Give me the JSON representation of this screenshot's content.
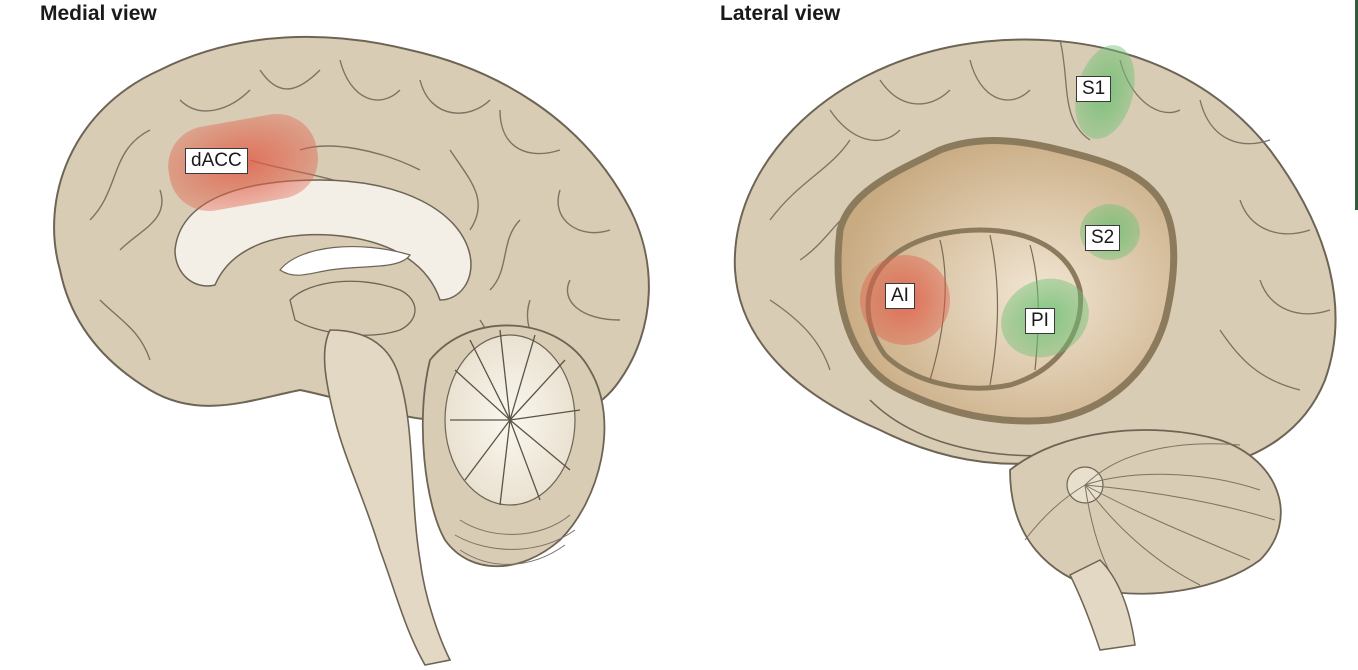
{
  "panels": {
    "medial": {
      "title": "Medial view"
    },
    "lateral": {
      "title": "Lateral view"
    }
  },
  "regions": {
    "dacc": {
      "label": "dACC",
      "color": "#e0604a"
    },
    "ai": {
      "label": "AI",
      "color": "#e0604a"
    },
    "pi": {
      "label": "PI",
      "color": "#6dbf72"
    },
    "s1": {
      "label": "S1",
      "color": "#6dbf72"
    },
    "s2": {
      "label": "S2",
      "color": "#6dbf72"
    }
  },
  "colors": {
    "brain_fill": "#d9ccb4",
    "brain_stroke": "#6e6455",
    "white_matter": "#f3efe6",
    "insula_fill": "#c9ab82"
  }
}
